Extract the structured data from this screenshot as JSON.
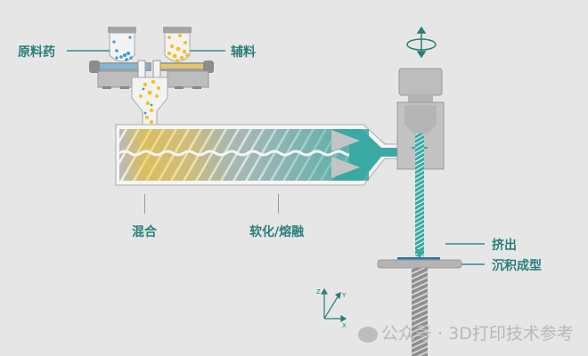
{
  "labels": {
    "raw_drug": "原料药",
    "excipient": "辅料",
    "mixing": "混合",
    "softening_melting": "软化/熔融",
    "extrusion": "挤出",
    "deposition": "沉积成型"
  },
  "axes": {
    "z": "Z",
    "y": "Y",
    "x": "X"
  },
  "watermark": "公众号 · 3D打印技术参考",
  "colors": {
    "background": "#e6e6e6",
    "teal": "#3aa9a4",
    "label_teal": "#2a7f7a",
    "drug_blue": "#3b9ad9",
    "excipient_yellow": "#f2c21b",
    "machine_gray": "#a9a9a9"
  }
}
